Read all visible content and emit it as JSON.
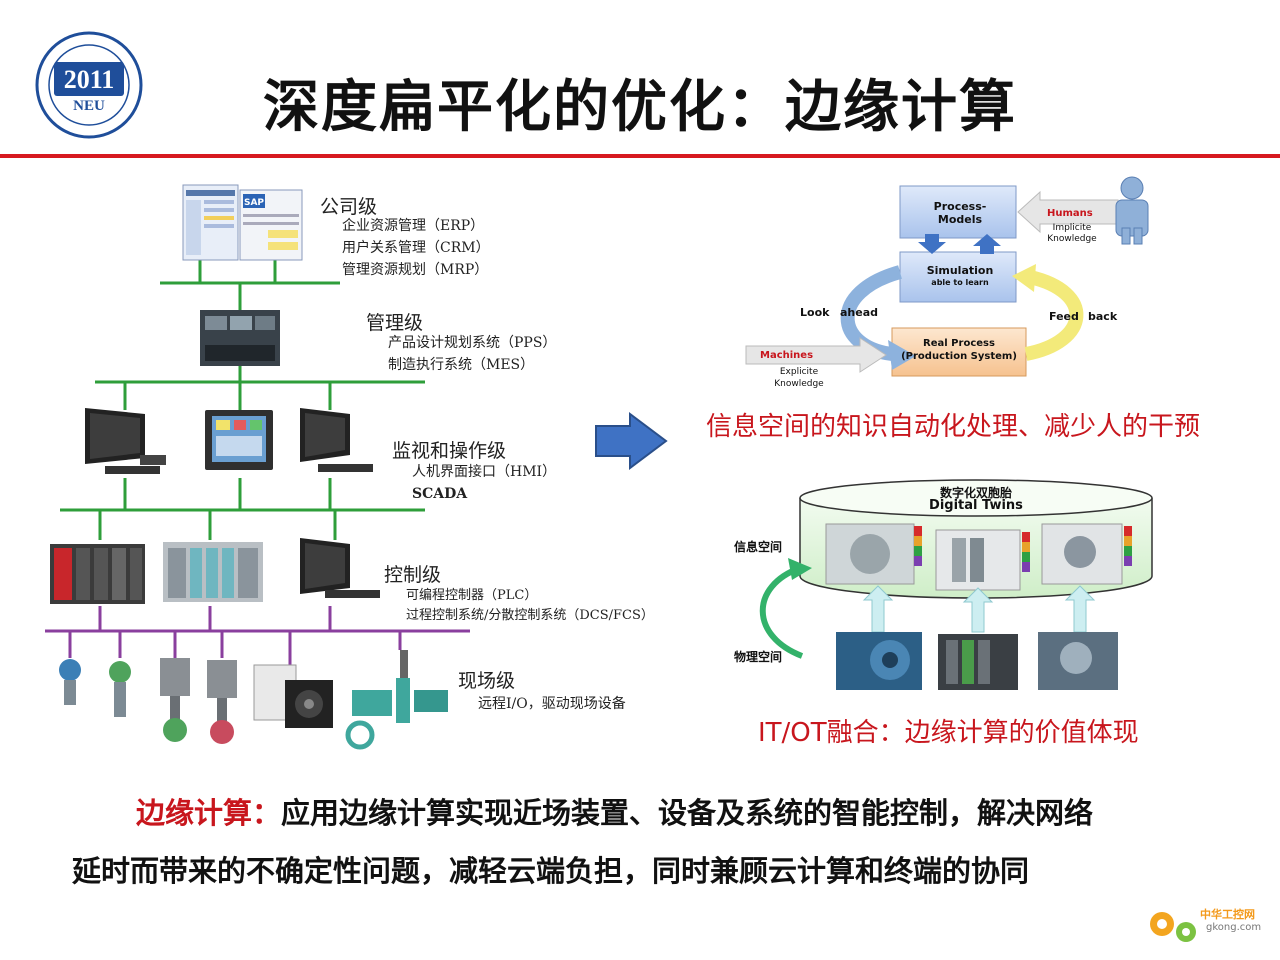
{
  "title": "深度扁平化的优化：边缘计算",
  "logo": {
    "year": "2011",
    "abbr": "NEU"
  },
  "hierarchy": {
    "levels": [
      {
        "name": "公司级",
        "items": [
          "企业资源管理（ERP）",
          "用户关系管理（CRM）",
          "管理资源规划（MRP）"
        ]
      },
      {
        "name": "管理级",
        "items": [
          "产品设计规划系统（PPS）",
          "制造执行系统（MES）"
        ]
      },
      {
        "name": "监视和操作级",
        "items": [
          "人机界面接口（HMI）",
          "SCADA"
        ]
      },
      {
        "name": "控制级",
        "items": [
          "可编程控制器（PLC）",
          "过程控制系统/分散控制系统（DCS/FCS）"
        ]
      },
      {
        "name": "现场级",
        "items": [
          "远程I/O，驱动现场设备"
        ]
      }
    ]
  },
  "cycle": {
    "process_models": "Process-\nModels",
    "simulation": "Simulation",
    "simulation_sub": "able to learn",
    "real_process": "Real Process\n(Production System)",
    "look": "Look",
    "ahead": "ahead",
    "feed": "Feed",
    "back": "back",
    "humans": "Humans",
    "humans_sub": "Implicite\nKnowledge",
    "machines": "Machines",
    "machines_sub": "Explicite\nKnowledge"
  },
  "caption1": "信息空间的知识自动化处理、减少人的干预",
  "twins": {
    "title_cn": "数字化双胞胎",
    "title_en": "Digital Twins",
    "info_space": "信息空间",
    "physical_space": "物理空间"
  },
  "caption2": "IT/OT融合：边缘计算的价值体现",
  "bottom": {
    "highlight": "边缘计算：",
    "line1": "应用边缘计算实现近场装置、设备及系统的智能控制，解决网络",
    "line2": "延时而带来的不确定性问题，减轻云端负担，同时兼顾云计算和终端的协同"
  },
  "watermark": {
    "cn": "中华工控网",
    "url": "gkong.com"
  },
  "colors": {
    "accent_red": "#c8161d",
    "bus_green": "#2e9e3a",
    "bus_purple": "#8a3f9e",
    "arrow_blue": "#3f72c4"
  }
}
